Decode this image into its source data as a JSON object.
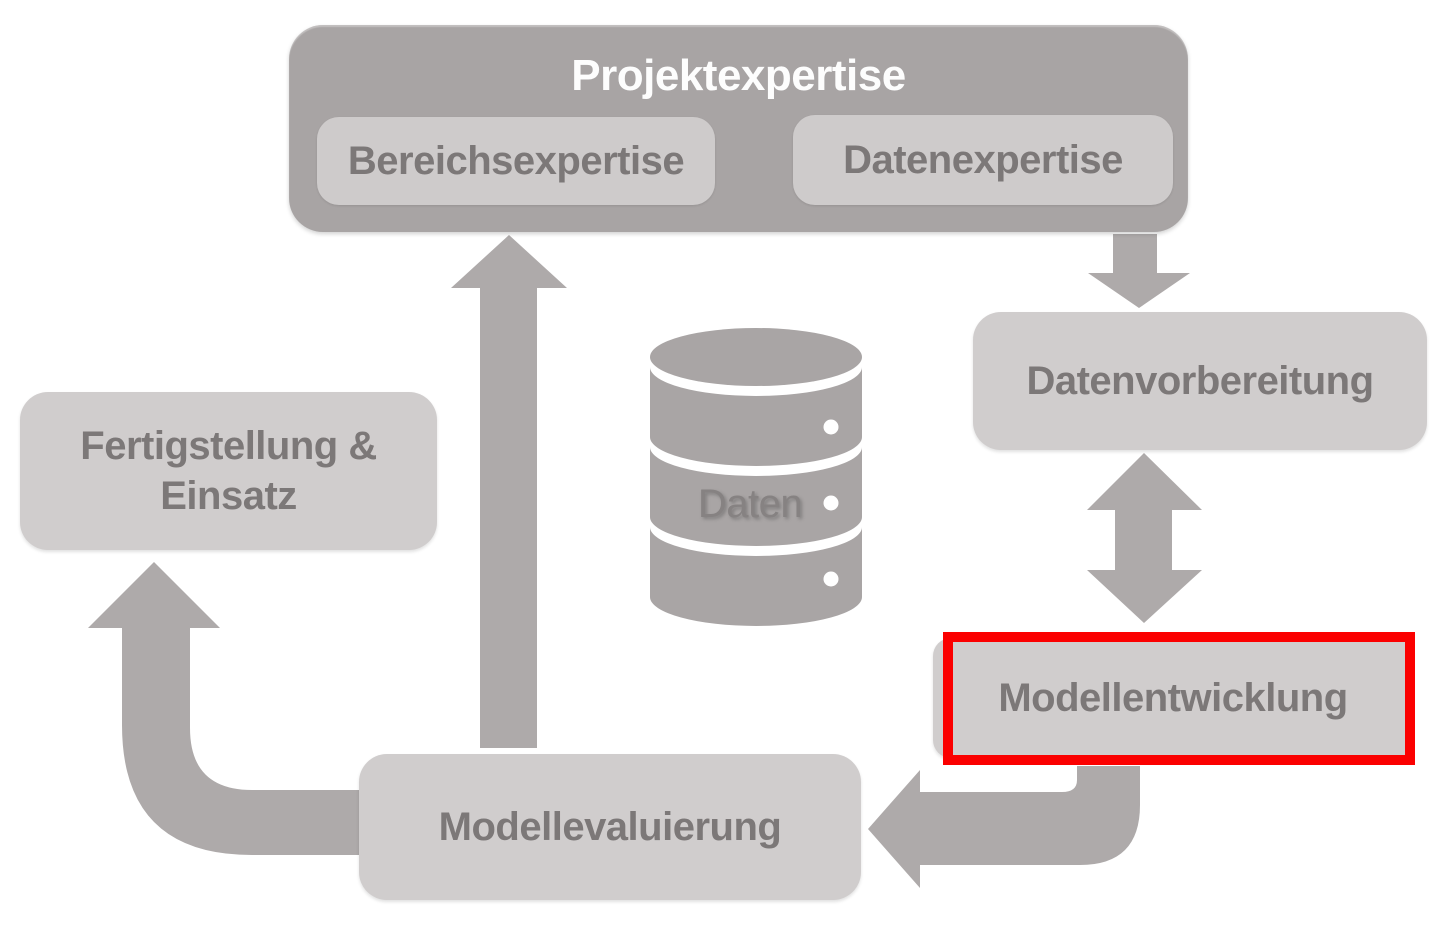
{
  "diagram": {
    "project_expertise": {
      "label": "Projektexpertise"
    },
    "area_expertise": {
      "label": "Bereichsexpertise"
    },
    "data_expertise": {
      "label": "Datenexpertise"
    },
    "data_preparation": {
      "label": "Datenvorbereitung"
    },
    "model_development": {
      "label": "Modellentwicklung",
      "highlighted": true
    },
    "model_evaluation": {
      "label": "Modellevaluierung"
    },
    "finalization": {
      "label": "Fertigstellung & Einsatz"
    },
    "database": {
      "label": "Daten",
      "icon": "database-icon"
    },
    "edges": [
      {
        "from": "project_expertise",
        "to": "data_preparation",
        "style": "arrow-down"
      },
      {
        "from": "data_preparation",
        "to": "model_development",
        "style": "arrow-double-vertical"
      },
      {
        "from": "model_development",
        "to": "model_evaluation",
        "style": "arrow-elbow-left"
      },
      {
        "from": "model_evaluation",
        "to": "project_expertise",
        "style": "arrow-up-long"
      },
      {
        "from": "model_evaluation",
        "to": "finalization",
        "style": "arrow-elbow-up"
      }
    ]
  },
  "colors": {
    "background": "#ffffff",
    "container_fill": "#a8a4a4",
    "node_fill": "#d0cdcd",
    "subnode_fill": "#cecbcb",
    "arrow_fill": "#aeaaaa",
    "database_fill": "#a9a5a5",
    "label_text": "#7c7878",
    "title_text": "#fdfdfd",
    "database_text": "#868282",
    "highlight_border": "#fb0000"
  }
}
